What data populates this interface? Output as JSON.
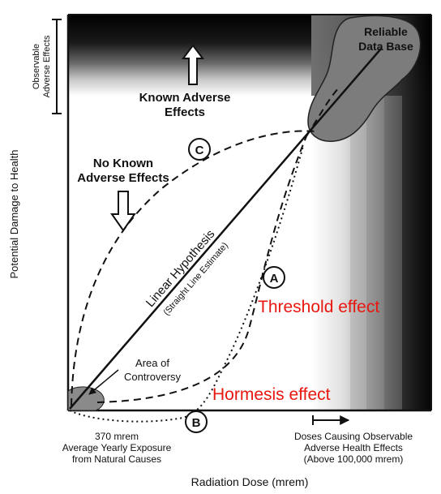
{
  "labels": {
    "reliable_line1": "Reliable",
    "reliable_line2": "Data Base",
    "observable_line1": "Observable",
    "observable_line2": "Adverse Effects",
    "known_line1": "Known Adverse",
    "known_line2": "Effects",
    "noknown_line1": "No Known",
    "noknown_line2": "Adverse Effects",
    "linear_line1": "Linear Hypothesis",
    "linear_line2": "(Straight Line Estimate)",
    "controversy_line1": "Area of",
    "controversy_line2": "Controversy",
    "threshold": "Threshold effect",
    "hormesis": "Hormesis effect",
    "natural_line1": "370 mrem",
    "natural_line2": "Average Yearly Exposure",
    "natural_line3": "from Natural Causes",
    "doses_line1": "Doses Causing Observable",
    "doses_line2": "Adverse Health Effects",
    "doses_line3": "(Above 100,000 mrem)",
    "y_axis": "Potential Damage to Health",
    "x_axis": "Radiation Dose (mrem)",
    "curve_a": "A",
    "curve_b": "B",
    "curve_c": "C"
  },
  "colors": {
    "annotation_red": "#e8170f",
    "ink": "#111111",
    "blob": "#7a7a7a"
  }
}
